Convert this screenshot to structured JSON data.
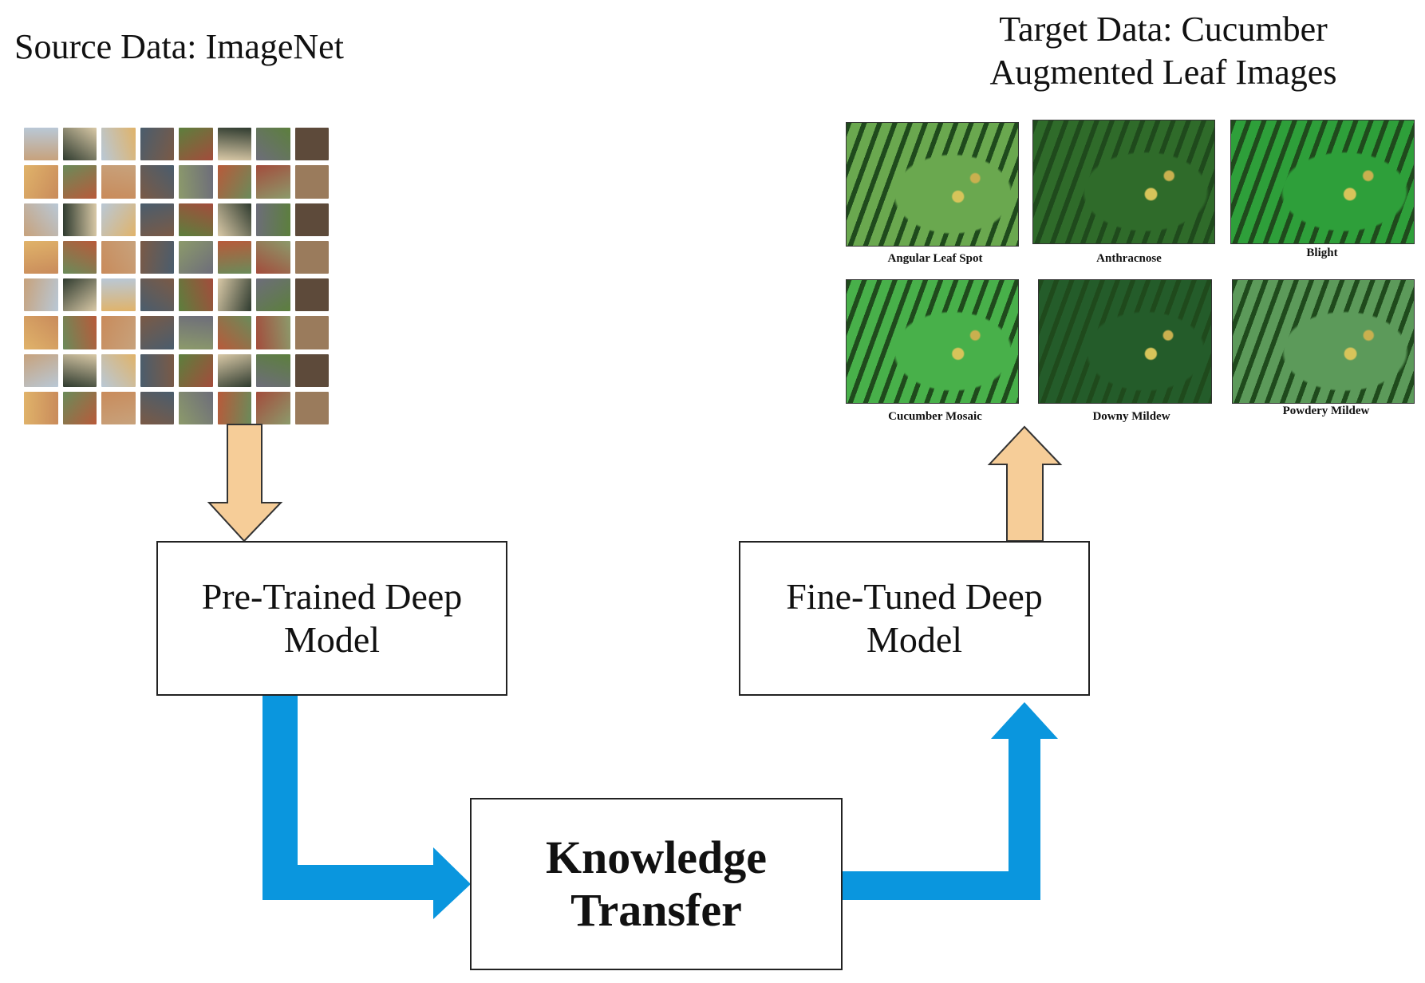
{
  "source": {
    "title": "Source Data: ImageNet"
  },
  "target": {
    "title_line1": "Target Data: Cucumber",
    "title_line2": "Augmented Leaf Images"
  },
  "boxes": {
    "pretrained": {
      "line1": "Pre-Trained Deep",
      "line2": "Model"
    },
    "finetuned": {
      "line1": "Fine-Tuned Deep",
      "line2": "Model"
    },
    "knowledge": {
      "line1": "Knowledge",
      "line2": "Transfer"
    }
  },
  "classes": [
    {
      "label": "Angular Leaf Spot"
    },
    {
      "label": "Anthracnose"
    },
    {
      "label": "Blight"
    },
    {
      "label": "Cucumber Mosaic"
    },
    {
      "label": "Downy Mildew"
    },
    {
      "label": "Powdery Mildew"
    }
  ],
  "colors": {
    "flow_arrow": "#0a96de",
    "data_arrow_fill": "#f6cd98",
    "leaf_green": "#3f8a3a"
  },
  "mosaic_palette": [
    "#7a5a46",
    "#b9c8d6",
    "#6a8b5a",
    "#c7a27c",
    "#5d4a3a",
    "#a34c3c",
    "#d9c9a7",
    "#8c9a6b",
    "#4a5d6d",
    "#c98b5b",
    "#2f3b2f",
    "#e0b36a",
    "#9a7b5c",
    "#6d6d7a",
    "#b85a3a",
    "#5c7f3d"
  ]
}
